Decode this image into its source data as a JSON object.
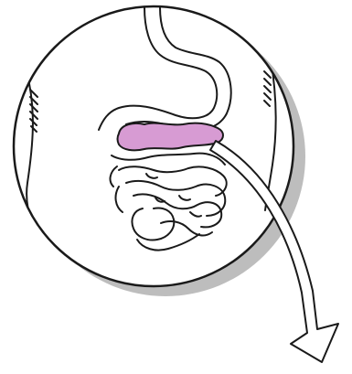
{
  "figure": {
    "subject": "pancreas-highlight-inset",
    "highlighted_organ": "pancreas",
    "colors": {
      "highlight_fill": "#d79bd3",
      "line": "#1a1a1a",
      "shadow": "#bdbdbd",
      "background": "#ffffff"
    },
    "icons": [
      "magnify-circle",
      "arrow-down-right"
    ]
  }
}
